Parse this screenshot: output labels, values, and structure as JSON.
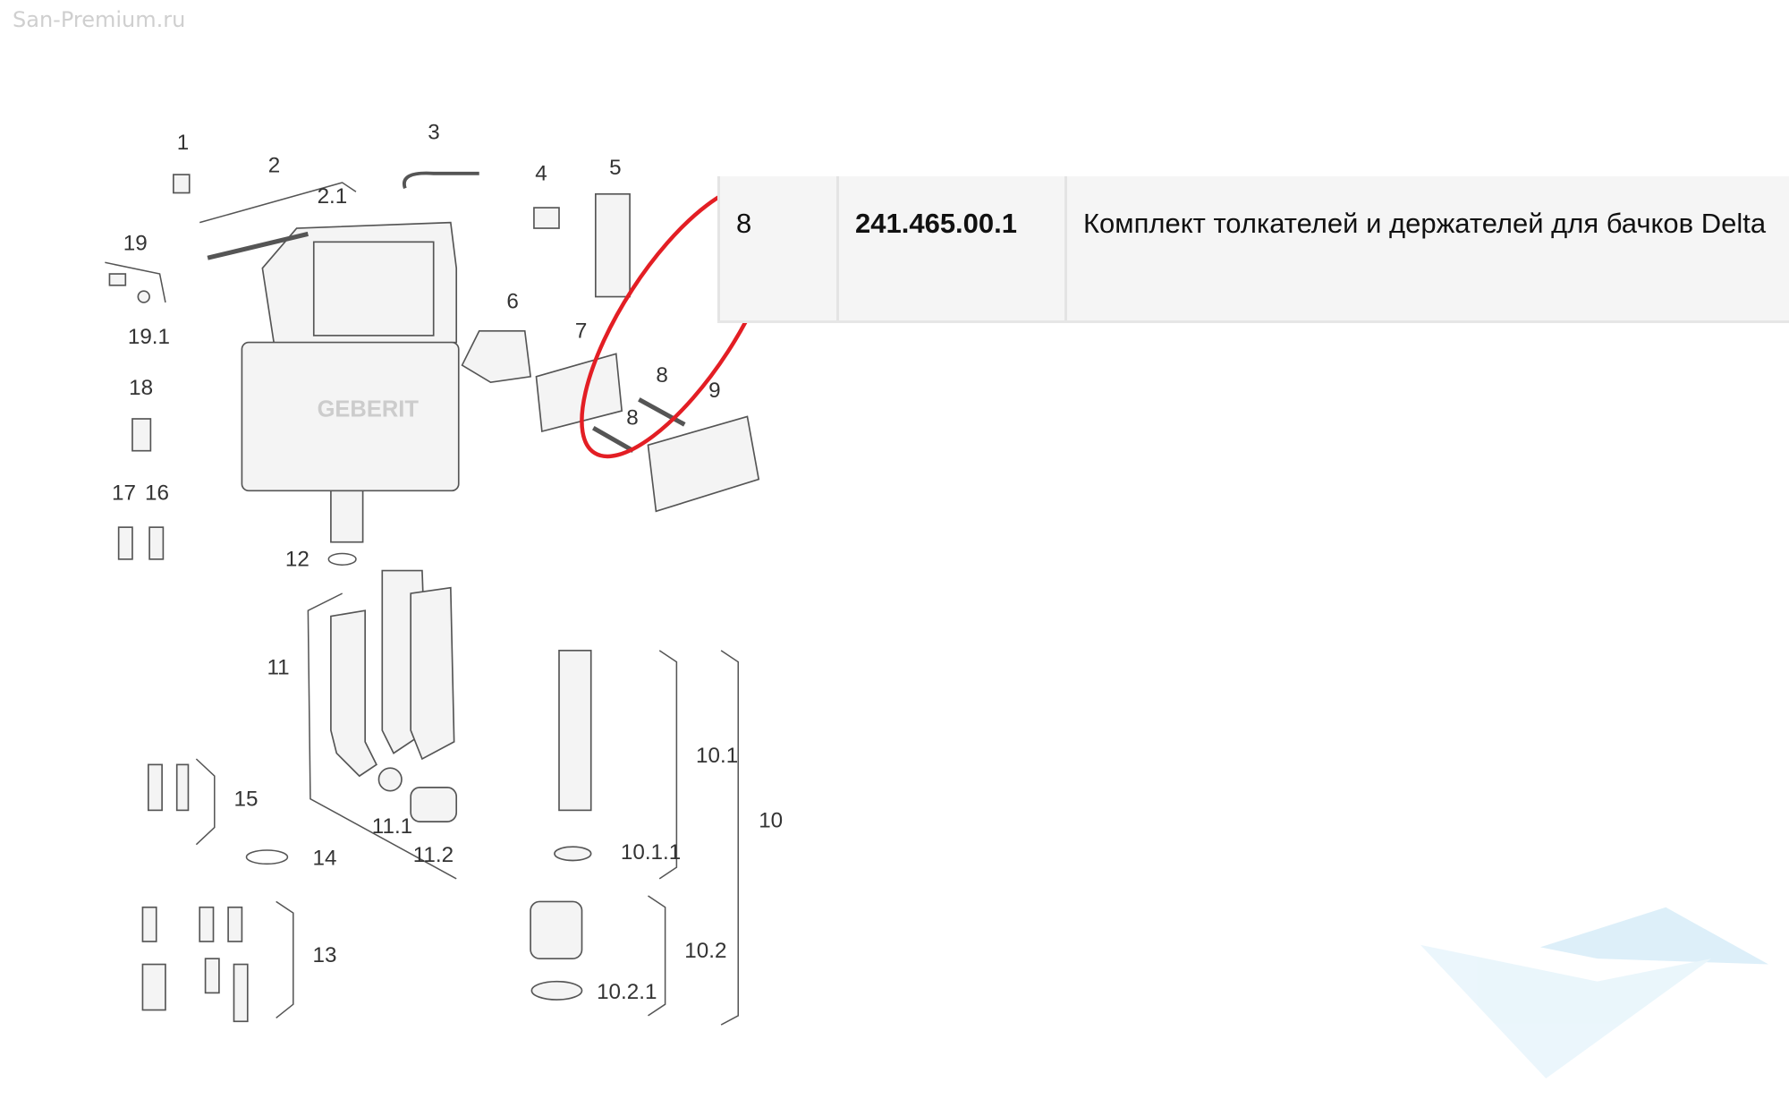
{
  "watermark": "San-Premium.ru",
  "table": {
    "rows": [
      {
        "position": "8",
        "article": "241.465.00.1",
        "description": "Комплект толкателей и держателей для бачков Delta"
      }
    ]
  },
  "highlight_color": "#e31e24",
  "diagram": {
    "brand": "GEBERIT",
    "labels": [
      "1",
      "2",
      "2.1",
      "3",
      "4",
      "5",
      "19",
      "19.1",
      "6",
      "7",
      "8",
      "8",
      "9",
      "18",
      "17",
      "16",
      "12",
      "11",
      "15",
      "14",
      "11.1",
      "11.2",
      "13",
      "10.1",
      "10",
      "10.1.1",
      "10.2",
      "10.2.1"
    ]
  }
}
